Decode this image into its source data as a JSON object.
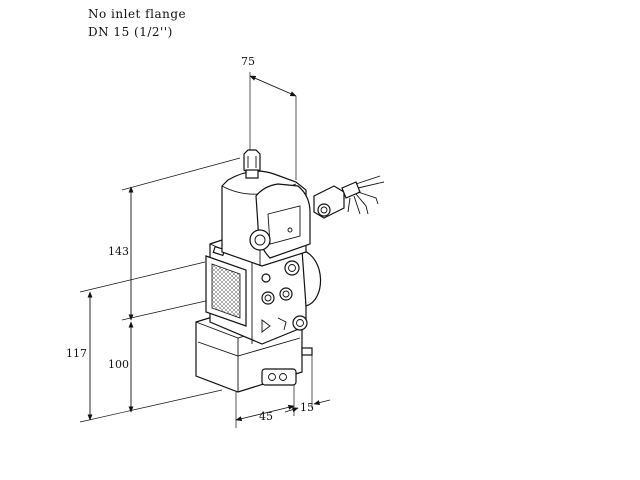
{
  "header": {
    "line1": "No inlet flange",
    "line2": "DN 15 (1/2'')"
  },
  "dimensions": {
    "width_top": "75",
    "height_upper": "143",
    "height_lower": "100",
    "height_total": "117",
    "depth": "45",
    "offset": "15"
  }
}
